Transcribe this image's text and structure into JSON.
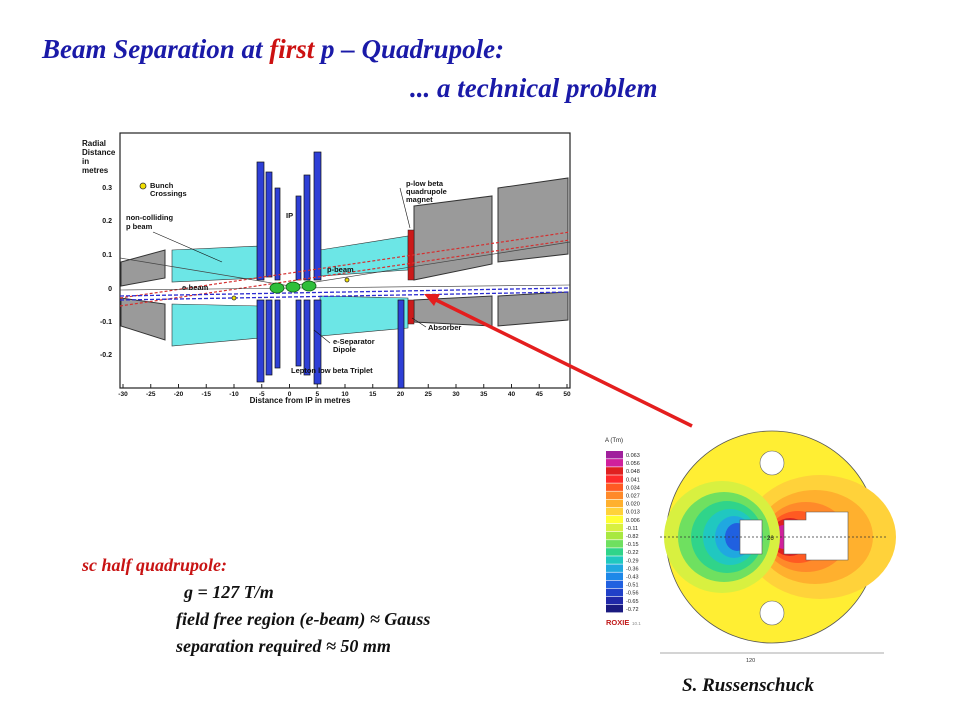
{
  "slide": {
    "title_prefix": "Beam Separation at ",
    "title_highlight": "first",
    "title_suffix": " p – Quadrupole:",
    "subtitle": "... a technical problem",
    "credit": "S. Russenschuck"
  },
  "notes": {
    "heading": "sc half quadrupole:",
    "gradient": "g = 127 T/m",
    "field_free": "field free region (e-beam) ≈ Gauss",
    "separation": "separation required  ≈ 50 mm"
  },
  "layout_diagram": {
    "y_axis_title": [
      "Radial",
      "Distance",
      "in",
      "metres"
    ],
    "y_ticks": [
      "0.3",
      "0.2",
      "0.1",
      "0",
      "-0.1",
      "-0.2"
    ],
    "x_ticks": [
      "-30",
      "-25",
      "-20",
      "-15",
      "-10",
      "-5",
      "0",
      "5",
      "10",
      "15",
      "20",
      "25",
      "30",
      "35",
      "40",
      "45",
      "50"
    ],
    "x_axis_title": "Distance from IP in metres",
    "labels": {
      "bunch": [
        "Bunch",
        "Crossings"
      ],
      "ip": "IP",
      "non_colliding": [
        "non-colliding",
        "p beam"
      ],
      "e_beam": "e-beam",
      "p_beam": "p-beam",
      "quad_magnet": [
        "p-low beta",
        "quadrupole",
        "magnet"
      ],
      "absorber": "Absorber",
      "separator": [
        "e-Separator",
        "Dipole"
      ],
      "triplet": "Lepton low beta Triplet"
    }
  },
  "field_map": {
    "title": "A (Tm)",
    "legend_values": [
      "0.063",
      "0.056",
      "0.048",
      "0.041",
      "0.034",
      "0.027",
      "0.020",
      "0.013",
      "0.006",
      "-0.11",
      "-0.82",
      "-0.15",
      "-0.22",
      "-0.29",
      "-0.36",
      "-0.43",
      "-0.51",
      "-0.56",
      "-0.65",
      "-0.72"
    ],
    "legend_colors": [
      "#a0209c",
      "#d0209c",
      "#e02020",
      "#ff2a2a",
      "#ff5a22",
      "#ff8a2a",
      "#ffb02e",
      "#ffd23a",
      "#ffff33",
      "#d8f040",
      "#a8e840",
      "#6fe060",
      "#30d48a",
      "#20c8c0",
      "#20a8e0",
      "#1e88e8",
      "#2060e0",
      "#2040c8",
      "#2028a8",
      "#1a1a80"
    ],
    "brand": "ROXIE",
    "brand_version": "10.1",
    "dim_inner": "26",
    "dim_scale": "120"
  }
}
